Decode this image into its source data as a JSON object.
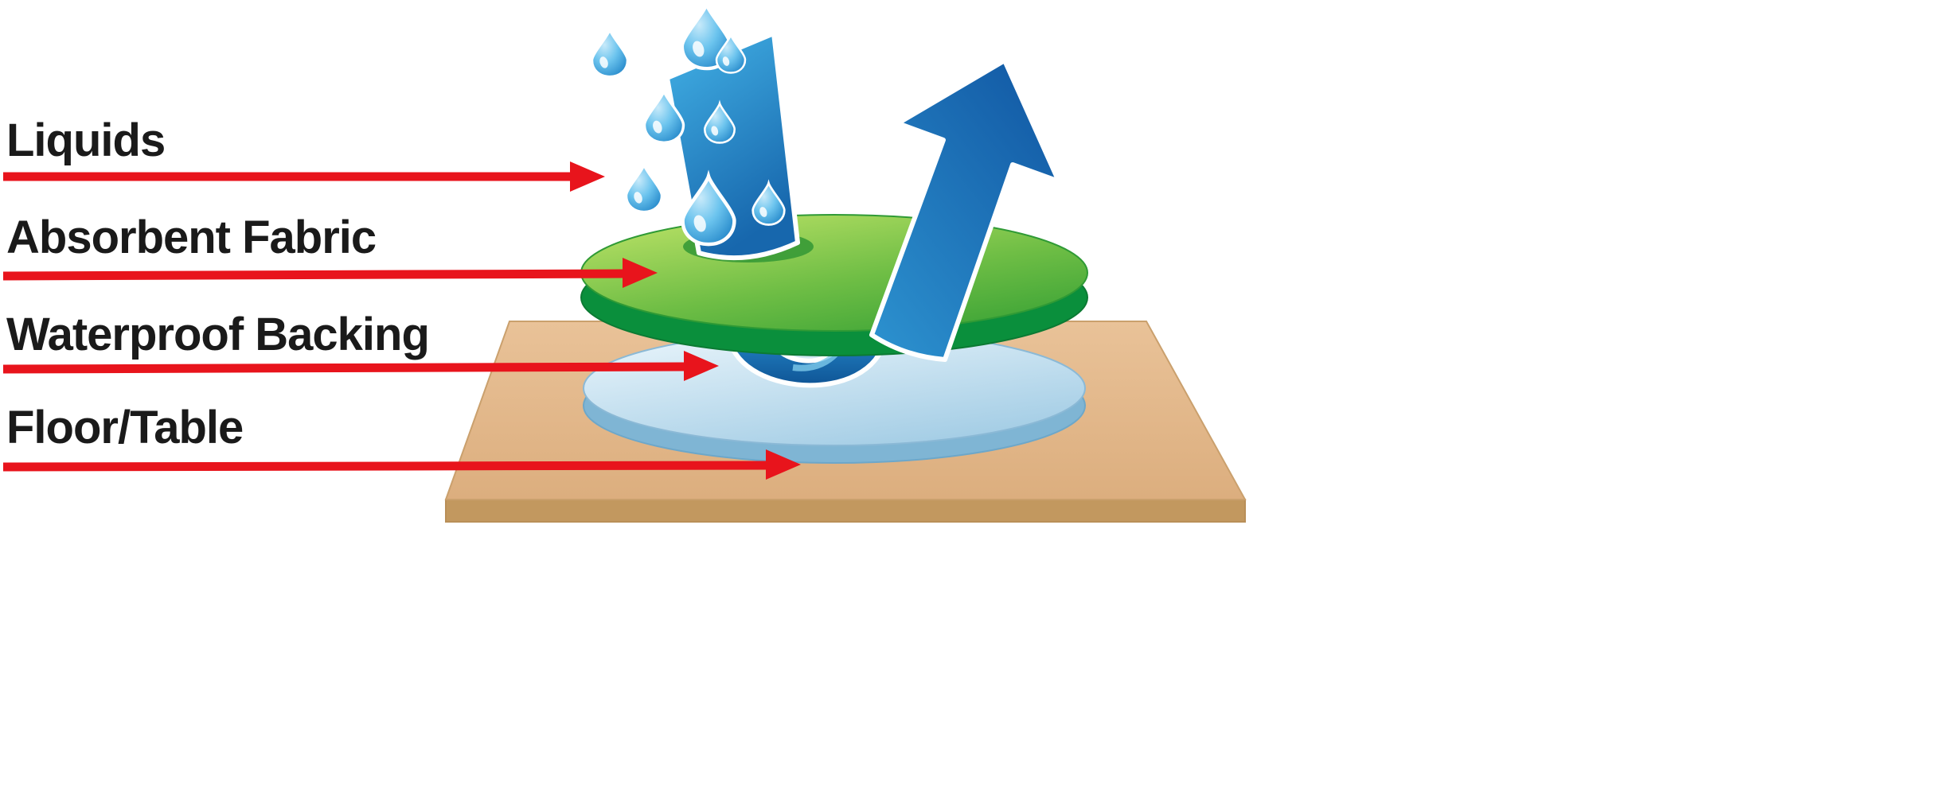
{
  "page": {
    "title": "Absorbent pad with waterproof backing diagram",
    "background": "#ffffff"
  },
  "labels": [
    {
      "id": "liquids",
      "text": "Liquids"
    },
    {
      "id": "absorbent-fabric",
      "text": "Absorbent Fabric"
    },
    {
      "id": "waterproof-backing",
      "text": "Waterproof Backing"
    },
    {
      "id": "floor-table",
      "text": "Floor/Table"
    }
  ],
  "colors": {
    "arrow_red": "#e8141c",
    "text_black": "#1a1a1a",
    "fabric_green_light": "#b8e065",
    "fabric_green_mid": "#58b33d",
    "fabric_green_dark": "#0a8f3c",
    "backing_blue_light": "#e2f1f8",
    "backing_blue_mid": "#a6cee6",
    "backing_blue_dark": "#7fb5d4",
    "water_blue_light": "#35a8e0",
    "water_blue_dark": "#1057a0",
    "floor_tan_light": "#e6bd93",
    "floor_tan_front": "#c2985f",
    "background": "#ffffff"
  }
}
